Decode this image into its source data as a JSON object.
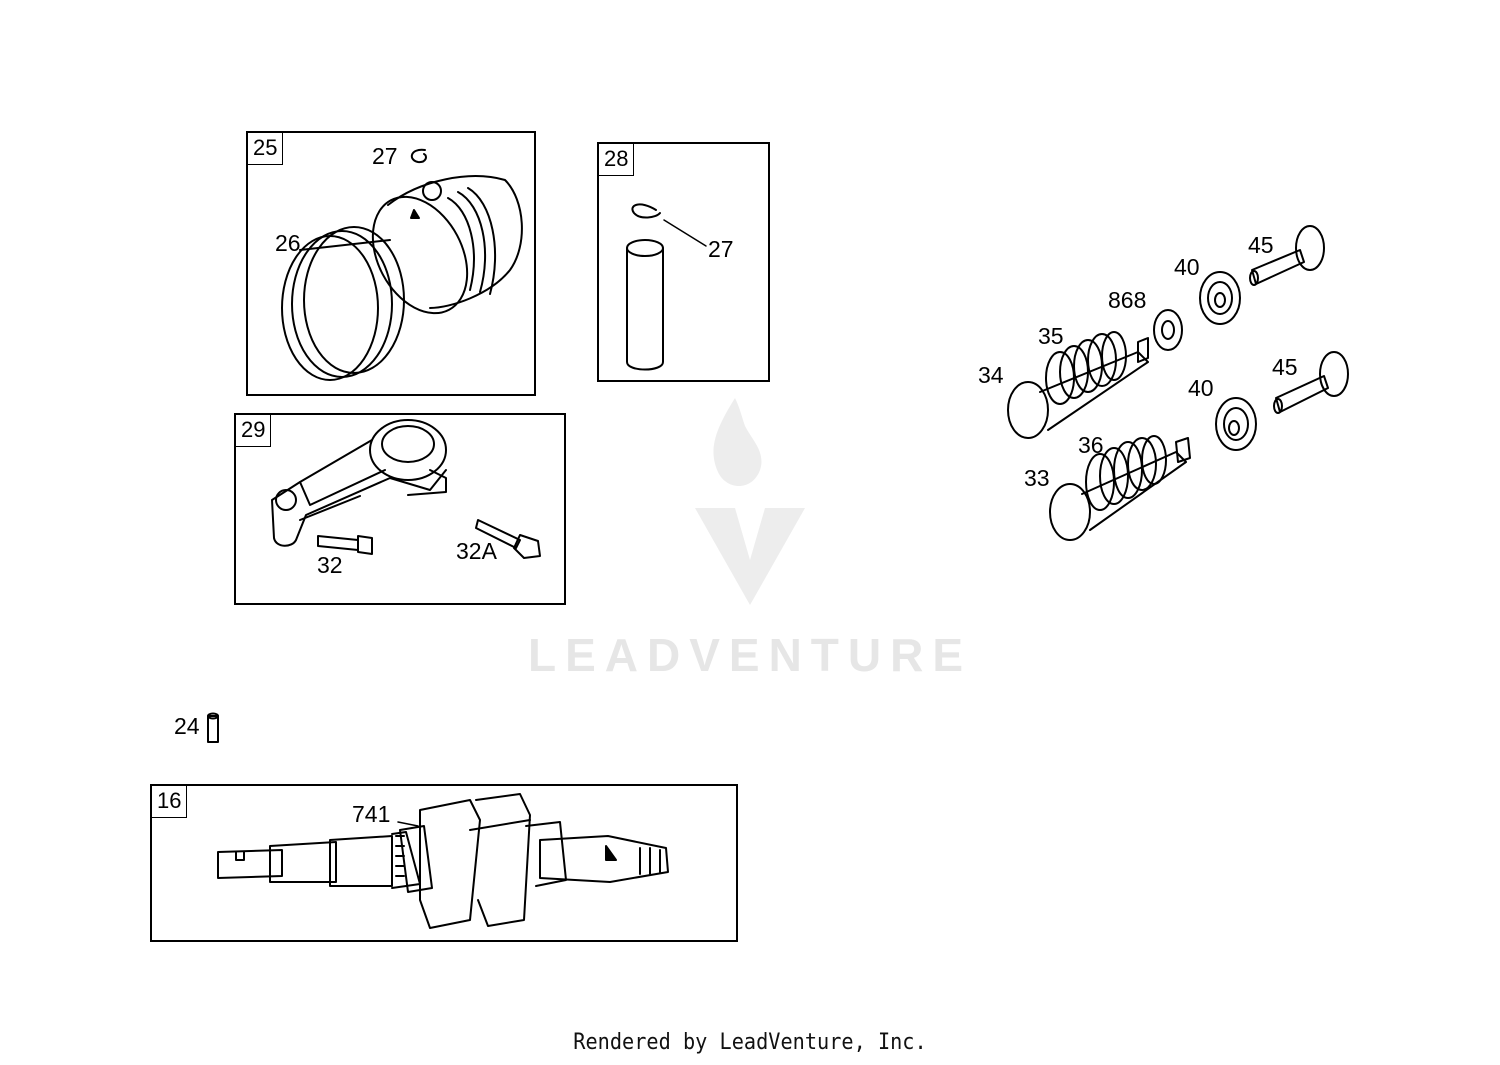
{
  "boxes": {
    "b25": "25",
    "b28": "28",
    "b29": "29",
    "b16": "16"
  },
  "callouts": {
    "c27a": "27",
    "c26": "26",
    "c27b": "27",
    "c32": "32",
    "c32a": "32A",
    "c24": "24",
    "c741": "741",
    "c45a": "45",
    "c40a": "40",
    "c868": "868",
    "c35": "35",
    "c34": "34",
    "c45b": "45",
    "c40b": "40",
    "c36": "36",
    "c33": "33"
  },
  "watermark": "LEADVENTURE",
  "footer": "Rendered by LeadVenture, Inc.",
  "colors": {
    "ink": "#000000",
    "watermark": "#e6e6e6"
  }
}
